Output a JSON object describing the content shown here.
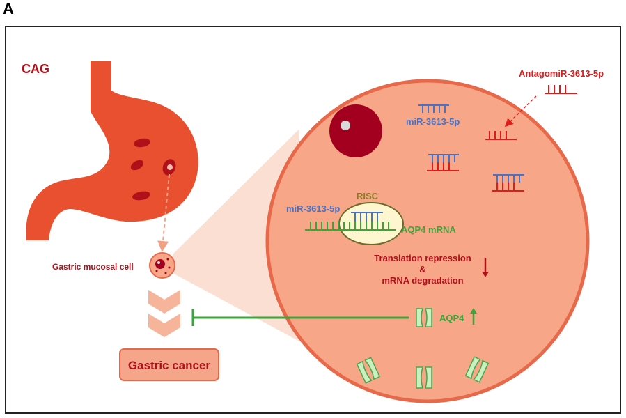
{
  "panel_letter": "A",
  "labels": {
    "cag": "CAG",
    "antagomir": "AntagomiR-3613-5p",
    "mir_top": "miR-3613-5p",
    "mir_left": "miR-3613-5p",
    "risc": "RISC",
    "aqp4_mrna": "AQP4 mRNA",
    "translation_line1": "Translation repression",
    "translation_amp": "&",
    "translation_line2": "mRNA degradation",
    "aqp4": "AQP4",
    "gastric_mucosal_cell": "Gastric mucosal cell",
    "gastric_cancer": "Gastric cancer"
  },
  "colors": {
    "stomach": "#e8502f",
    "cell_fill": "#f7a788",
    "cell_border": "#e8684a",
    "nucleus": "#a3001f",
    "mirna_blue": "#4a72c4",
    "antagomir_red": "#e01b1b",
    "mrna_green": "#3aa63a",
    "risc_fill": "#fdf6cf",
    "risc_border": "#6b6b2b",
    "dark_red_text": "#b0101a",
    "channel_fill": "#c9f0c0",
    "channel_stroke": "#4aa54a",
    "chevron": "#f6b49a",
    "cancer_box": "#f4a58a"
  }
}
